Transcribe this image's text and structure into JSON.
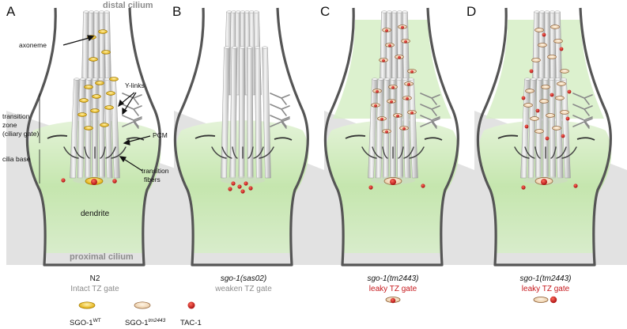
{
  "panels": [
    {
      "letter": "A",
      "genotype": "N2",
      "gate": "Intact TZ gate"
    },
    {
      "letter": "B",
      "genotype": "sgo-1(sas02)",
      "gate": "weaken TZ gate"
    },
    {
      "letter": "C",
      "genotype": "sgo-1(tm2443)",
      "gate": "leaky TZ gate"
    },
    {
      "letter": "D",
      "genotype": "sgo-1(tm2443)",
      "gate": "leaky TZ gate"
    }
  ],
  "labels": {
    "distal": "distal cilium",
    "proximal": "proximal cilium",
    "axoneme": "axoneme",
    "ylinks": "Y-links",
    "tz1": "transition",
    "tz2": "zone",
    "tz3": "(ciliary gate)",
    "pcm": "PCM",
    "base": "cilia base",
    "tf1": "transition",
    "tf2": "fibers",
    "dendrite": "dendrite"
  },
  "legend": {
    "wt_base": "SGO-1",
    "wt_sup": "WT",
    "mut_base": "SGO-1",
    "mut_sup": "tm2443",
    "tac": "TAC-1"
  },
  "colors": {
    "green": "#c9e8b4",
    "gray": "#dcdcdc",
    "wt": "#f2c21a",
    "mut": "#c98a5c",
    "tac": "#c6171b"
  }
}
